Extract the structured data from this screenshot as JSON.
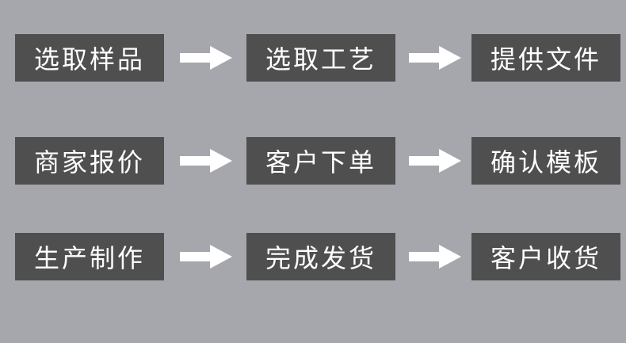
{
  "colors": {
    "background": "#a6a7ad",
    "box": "#4f4f4f",
    "text": "#ffffff",
    "arrow": "#ffffff"
  },
  "arrow_icon": "right-arrow-icon",
  "rows": [
    {
      "steps": [
        "选取样品",
        "选取工艺",
        "提供文件"
      ]
    },
    {
      "steps": [
        "商家报价",
        "客户下单",
        "确认模板"
      ]
    },
    {
      "steps": [
        "生产制作",
        "完成发货",
        "客户收货"
      ]
    }
  ]
}
